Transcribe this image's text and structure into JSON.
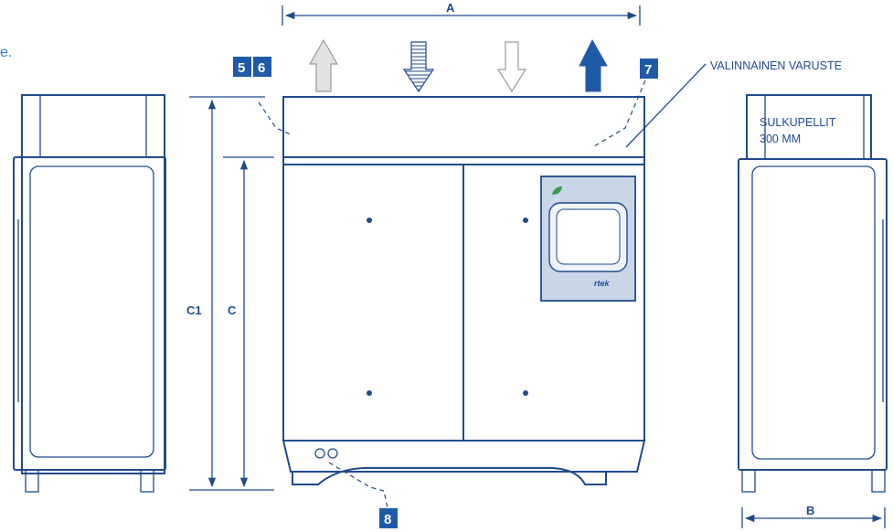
{
  "dimensions": {
    "width_label": "A",
    "depth_label": "B",
    "height_label": "C",
    "total_height_label": "C1"
  },
  "callouts": {
    "badge_5": "5",
    "badge_6": "6",
    "badge_7": "7",
    "badge_8": "8",
    "optional_equipment": "VALINNAINEN VARUSTE",
    "silencer_line1": "SULKUPELLIT",
    "silencer_line2": "300 MM"
  },
  "panel": {
    "logo_text": "rtek"
  },
  "edge_fragment": "e.",
  "airflow_arrows": [
    "arrow-up-outline",
    "arrow-down-hatched",
    "arrow-down-outline",
    "arrow-up-solid"
  ],
  "colors": {
    "line": "#1f4b8c",
    "badge": "#1f5aa8",
    "panel_fill": "#c9d6e8",
    "body_fill": "#ffffff",
    "arrow_gray": "#d9d9d9",
    "arrow_solid": "#1f5aa8"
  }
}
